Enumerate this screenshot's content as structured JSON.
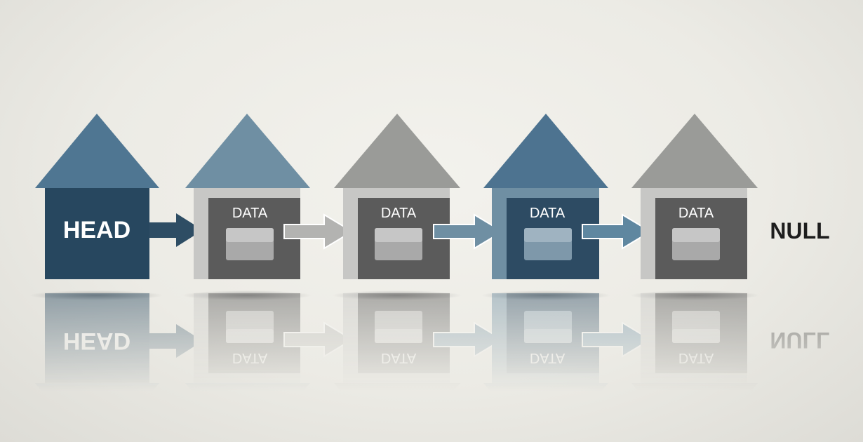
{
  "diagram": {
    "head_label": "HEAD",
    "null_label": "NULL",
    "nodes": [
      {
        "label": "DATA",
        "roof_color": "#6f8fa3",
        "body_color": "#5b5b5b",
        "field_color": "#a9a9a9"
      },
      {
        "label": "DATA",
        "roof_color": "#9a9b98",
        "body_color": "#5b5b5b",
        "field_color": "#a9a9a9"
      },
      {
        "label": "DATA",
        "roof_color": "#4d7390",
        "body_color": "#2d4b63",
        "field_color": "#7e98aa"
      },
      {
        "label": "DATA",
        "roof_color": "#9a9b98",
        "body_color": "#5b5b5b",
        "field_color": "#a9a9a9"
      }
    ],
    "head_colors": {
      "roof": "#4f7692",
      "body": "#27475f"
    },
    "arrow_colors": [
      "#2e4d64",
      "#b3b3b1",
      "#6f8fa3",
      "#5f87a0"
    ],
    "text_color": "#1d1d1d"
  }
}
